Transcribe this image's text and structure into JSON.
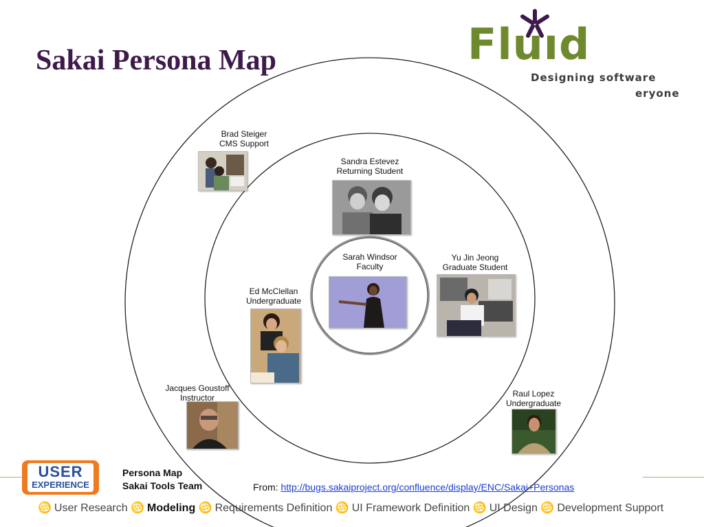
{
  "title": "Sakai Persona Map",
  "logo": {
    "word": "Fluıd",
    "tagline_1": "Designing software",
    "tagline_2": "eryone",
    "colors": {
      "green": "#6f8a2e",
      "purple": "#3d1a4a"
    }
  },
  "personas": [
    {
      "name": "Brad Steiger",
      "role": "CMS Support",
      "ring": "outer"
    },
    {
      "name": "Sandra Estevez",
      "role": "Returning Student",
      "ring": "middle"
    },
    {
      "name": "Sarah Windsor",
      "role": "Faculty",
      "ring": "inner"
    },
    {
      "name": "Yu Jin Jeong",
      "role": "Graduate Student",
      "ring": "middle"
    },
    {
      "name": "Ed McClellan",
      "role": "Undergraduate",
      "ring": "middle"
    },
    {
      "name": "Jacques Goustoff",
      "role": "Instructor",
      "ring": "outer"
    },
    {
      "name": "Raul Lopez",
      "role": "Undergraduate",
      "ring": "outer"
    }
  ],
  "footer": {
    "badge_line_1": "USER",
    "badge_line_2": "EXPERIENCE",
    "label_1": "Persona Map",
    "label_2": "Sakai Tools Team",
    "source_prefix": "From: ",
    "source_link": "http://bugs.sakaiproject.org/confluence/display/ENC/Sakai+Personas"
  },
  "nav": {
    "bullet": "♋",
    "items": [
      {
        "label": "User Research",
        "current": false
      },
      {
        "label": "Modeling",
        "current": true
      },
      {
        "label": "Requirements Definition",
        "current": false
      },
      {
        "label": "UI Framework Definition",
        "current": false
      },
      {
        "label": "UI Design",
        "current": false
      },
      {
        "label": "Development Support",
        "current": false
      }
    ]
  }
}
